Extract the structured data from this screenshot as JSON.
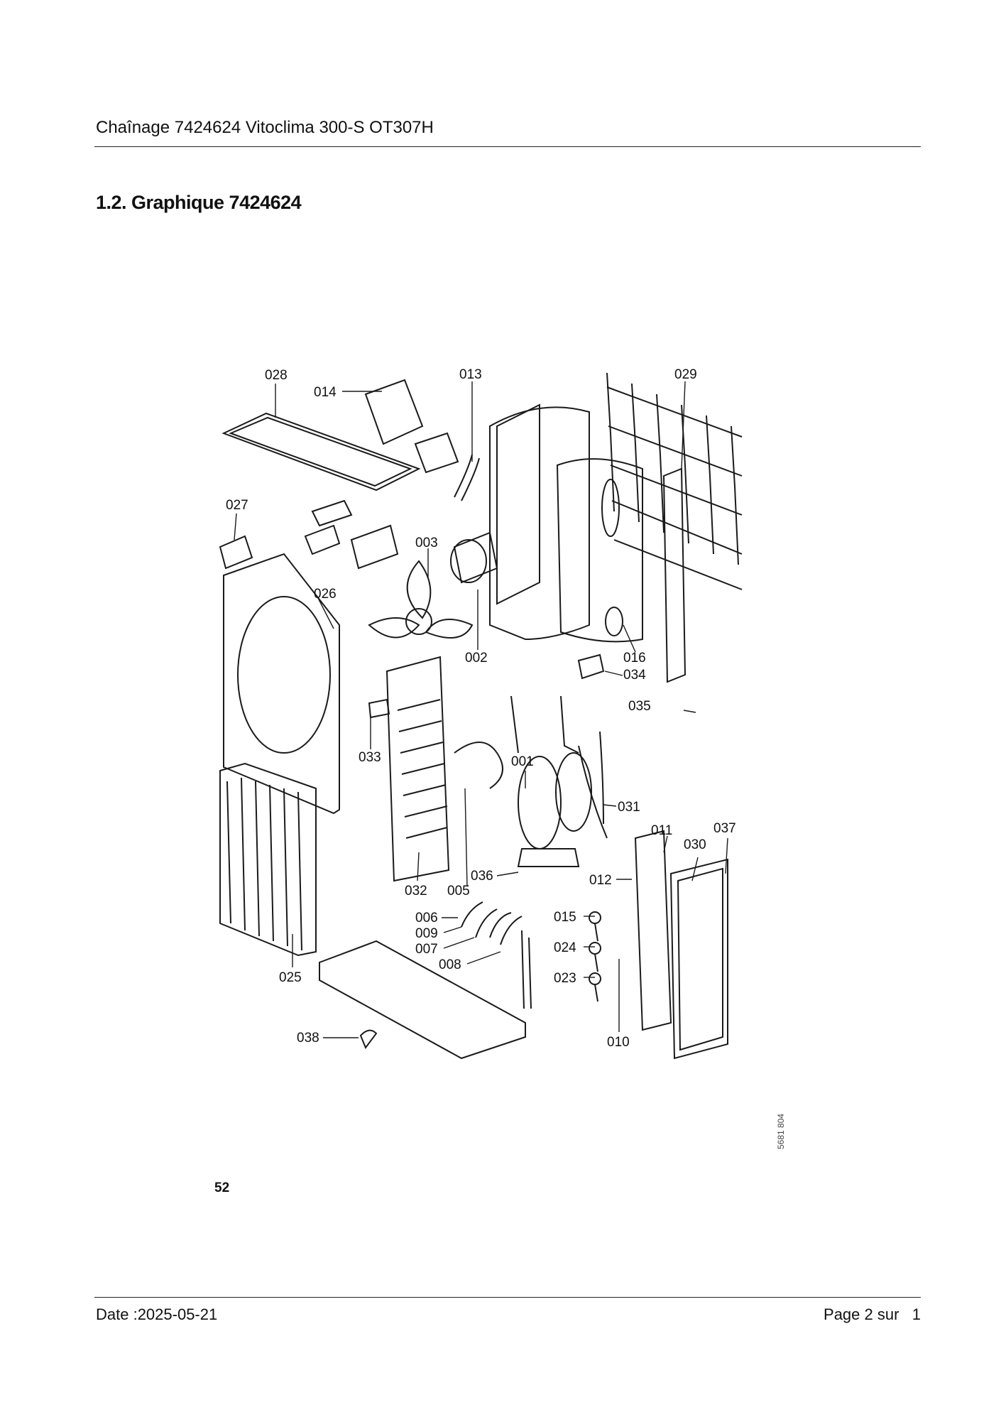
{
  "header": {
    "title": "Chaînage 7424624 Vitoclima 300-S OT307H"
  },
  "section": {
    "heading": "1.2. Graphique 7424624"
  },
  "drawing": {
    "labels": {
      "p028": "028",
      "p014": "014",
      "p013": "013",
      "p029": "029",
      "p027": "027",
      "p003": "003",
      "p026": "026",
      "p002": "002",
      "p016": "016",
      "p034": "034",
      "p035": "035",
      "p033": "033",
      "p001": "001",
      "p031": "031",
      "p011": "011",
      "p037": "037",
      "p030": "030",
      "p036": "036",
      "p005": "005",
      "p012": "012",
      "p032": "032",
      "p006": "006",
      "p015": "015",
      "p009": "009",
      "p007": "007",
      "p024": "024",
      "p008": "008",
      "p023": "023",
      "p025": "025",
      "p038": "038",
      "p010": "010"
    },
    "page_number": "52",
    "document_code": "5681 804"
  },
  "footer": {
    "date": "Date :2025-05-21",
    "page": "Page 2 sur   1"
  }
}
